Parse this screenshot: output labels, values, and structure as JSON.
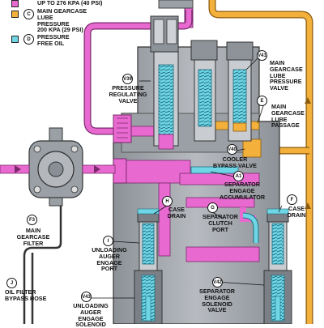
{
  "legend": [
    {
      "letter": "",
      "text": "UP TO 276 kPa (40 psi)",
      "color": "#e86ad0"
    },
    {
      "letter": "C",
      "text": "MAIN GEARCASE\nLUBE\nPRESSURE\n200 kPa (29 psi)",
      "color": "#f3b13c"
    },
    {
      "letter": "D",
      "text": "PRESSURE\nFREE OIL",
      "color": "#6fd6e6"
    }
  ],
  "colors": {
    "pressure": "#e86ad0",
    "lube": "#f3b13c",
    "free_oil": "#6fd6e6",
    "body": "#a9adb3",
    "body_dark": "#6e7379"
  },
  "callouts": {
    "v39": {
      "tag": "V39",
      "text": "PRESSURE\nREGULATING\nVALVE"
    },
    "v41": {
      "tag": "V41",
      "text": "MAIN\nGEARCASE\nLUBE\nPRESSURE\nVALVE"
    },
    "e": {
      "tag": "E",
      "text": "MAIN\nGEARCASE\nLUBE\nPASSAGE"
    },
    "v40": {
      "tag": "V40",
      "text": "COOLER\nBYPASS VALVE"
    },
    "a1": {
      "tag": "A1",
      "text": "SEPARATOR\nENGAGE\nACCUMULATOR"
    },
    "f3": {
      "tag": "F3",
      "text": "MAIN\nGEARCASE\nFILTER"
    },
    "h": {
      "tag": "H",
      "text": "CASE\nDRAIN"
    },
    "g": {
      "tag": "G",
      "text": "SEPARATOR\nCLUTCH\nPORT"
    },
    "f": {
      "tag": "F",
      "text": "CASE\nDRAIN"
    },
    "i": {
      "tag": "I",
      "text": "UNLOADING\nAUGER\nENGAGE\nPORT"
    },
    "j": {
      "tag": "J",
      "text": "OIL FILTER\nBYPASS HOSE"
    },
    "v43": {
      "tag": "V43",
      "text": "UNLOADING\nAUGER\nENGAGE\nSOLENOID"
    },
    "v42": {
      "tag": "V42",
      "text": "SEPARATOR\nENGAGE\nSOLENOID\nVALVE"
    }
  }
}
